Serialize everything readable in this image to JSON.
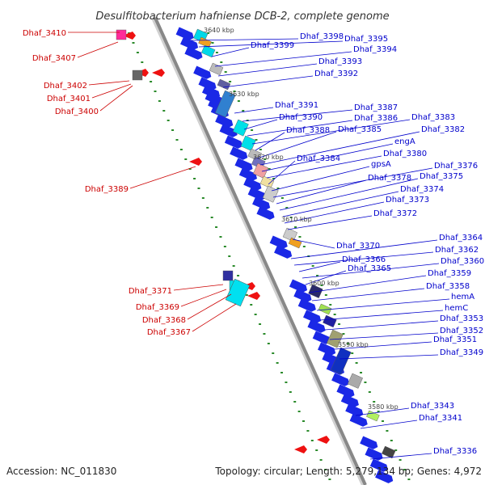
{
  "title": "Desulfitobacterium hafniense DCB-2, complete genome",
  "footer": {
    "accession": "Accession: NC_011830",
    "topology": "Topology: circular; Length: 5,279,134 bp; Genes: 4,972"
  },
  "colors": {
    "backbone": "#888888",
    "tick": "#2a8a2a",
    "forward_label": "#0000cc",
    "reverse_label": "#cc0000",
    "forward_gene": "#1a28e6",
    "reverse_gene": "#ee1111"
  },
  "scale_labels": [
    "3640 kbp",
    "3630 kbp",
    "3620 kbp",
    "3610 kbp",
    "3600 kbp",
    "3590 kbp",
    "3580 kbp"
  ],
  "forward_genes": [
    "Dhaf_3398",
    "Dhaf_3395",
    "Dhaf_3399",
    "Dhaf_3394",
    "Dhaf_3393",
    "Dhaf_3392",
    "Dhaf_3391",
    "Dhaf_3387",
    "Dhaf_3390",
    "Dhaf_3386",
    "Dhaf_3383",
    "Dhaf_3388",
    "Dhaf_3385",
    "Dhaf_3382",
    "engA",
    "Dhaf_3380",
    "Dhaf_3384",
    "gpsA",
    "Dhaf_3376",
    "Dhaf_3378",
    "Dhaf_3375",
    "Dhaf_3374",
    "Dhaf_3373",
    "Dhaf_3372",
    "Dhaf_3364",
    "Dhaf_3370",
    "Dhaf_3362",
    "Dhaf_3366",
    "Dhaf_3360",
    "Dhaf_3365",
    "Dhaf_3359",
    "Dhaf_3358",
    "hemA",
    "hemC",
    "Dhaf_3353",
    "Dhaf_3352",
    "Dhaf_3351",
    "Dhaf_3349",
    "Dhaf_3343",
    "Dhaf_3341",
    "Dhaf_3336"
  ],
  "reverse_genes": [
    "Dhaf_3410",
    "Dhaf_3407",
    "Dhaf_3402",
    "Dhaf_3401",
    "Dhaf_3400",
    "Dhaf_3389",
    "Dhaf_3371",
    "Dhaf_3369",
    "Dhaf_3368",
    "Dhaf_3367"
  ]
}
